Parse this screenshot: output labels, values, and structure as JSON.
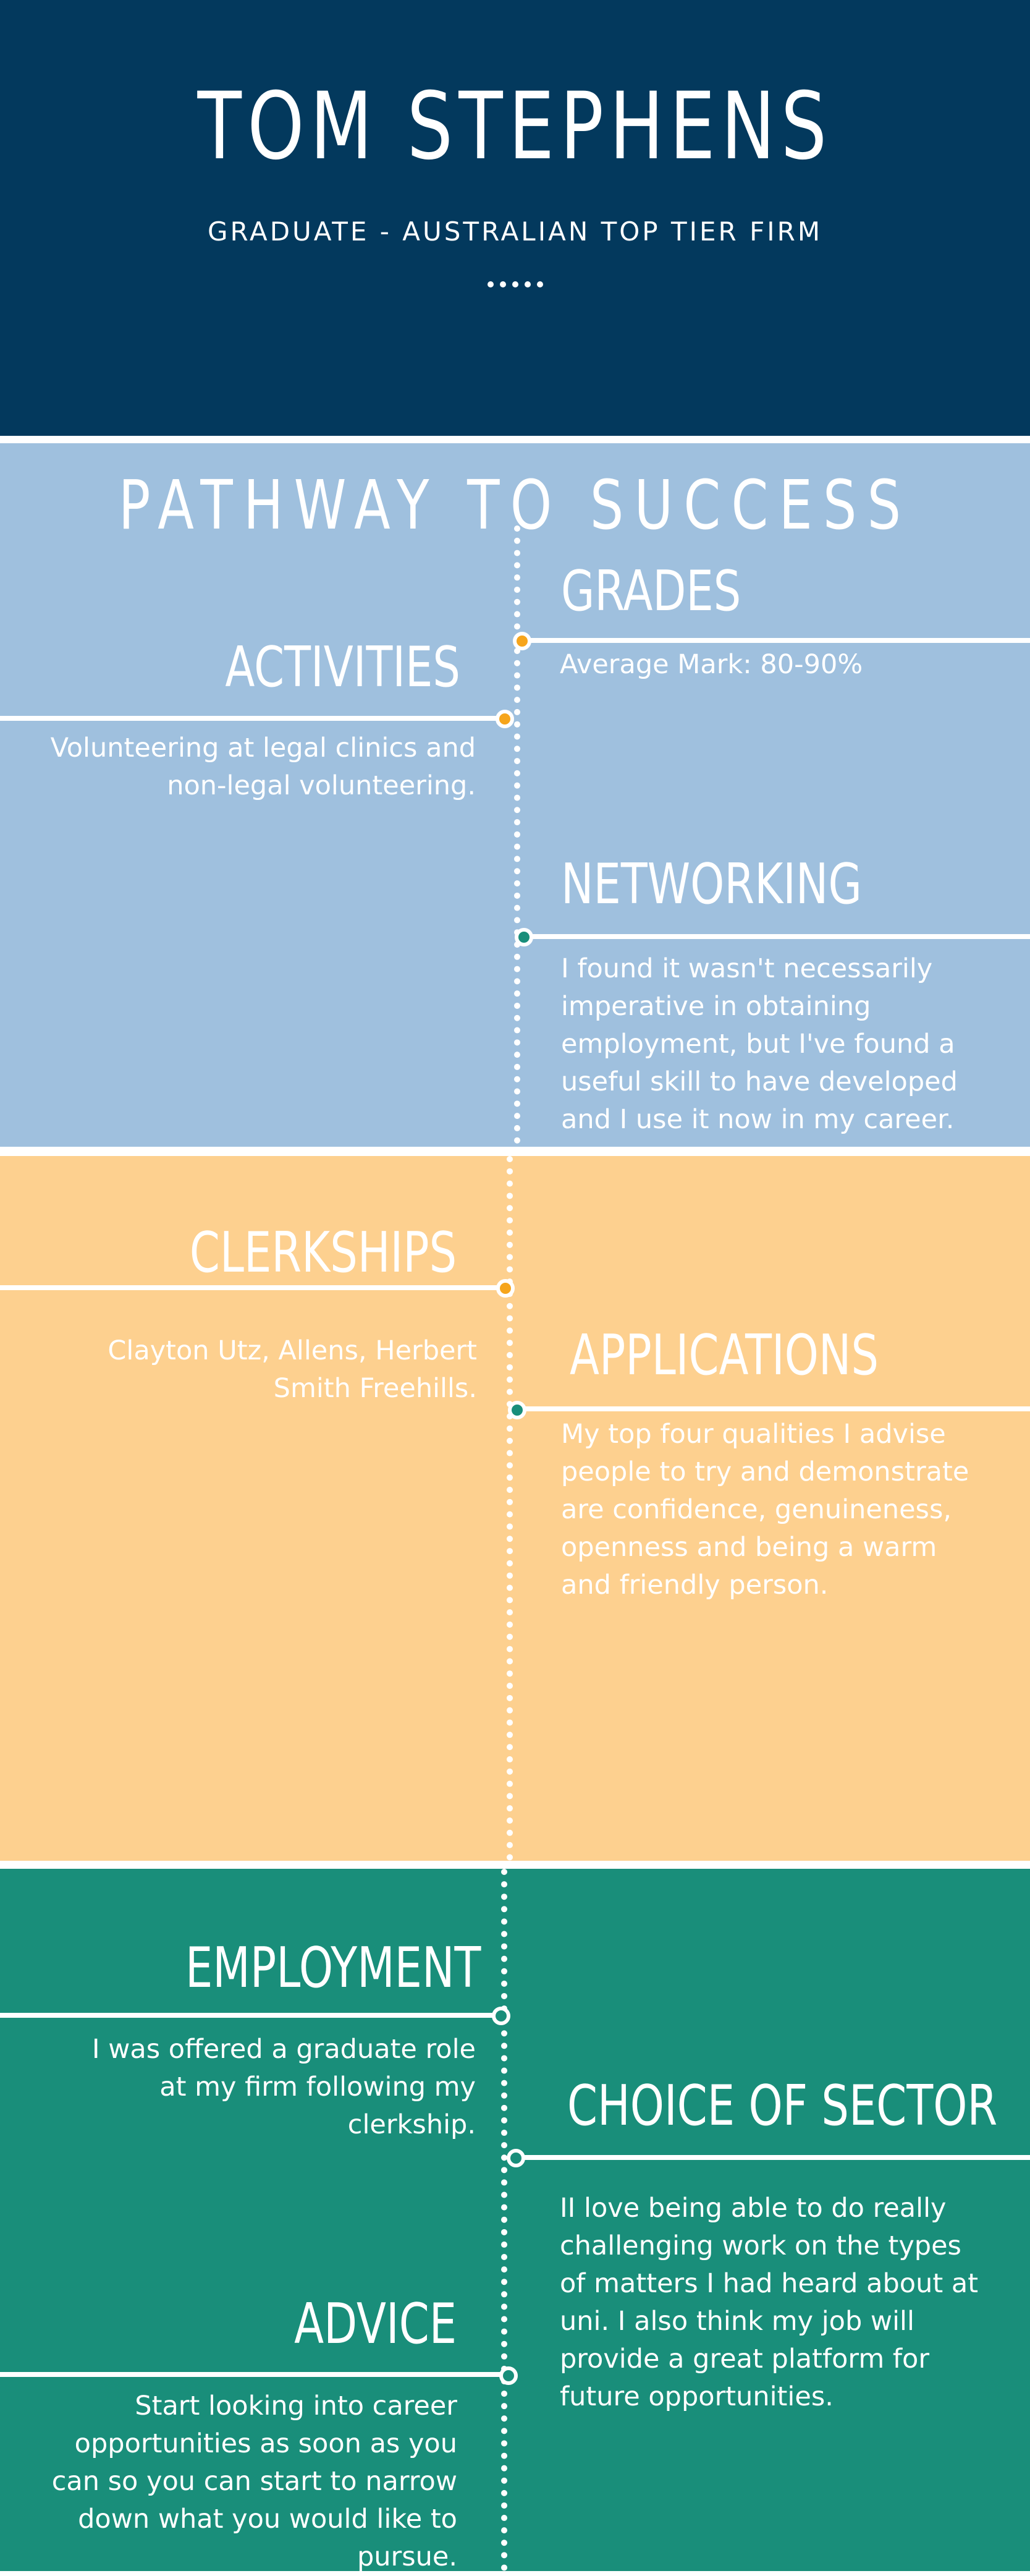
{
  "header": {
    "name": "TOM STEPHENS",
    "subtitle": "GRADUATE - AUSTRALIAN TOP TIER FIRM"
  },
  "pathway": {
    "title": "PATHWAY TO SUCCESS"
  },
  "sections": {
    "grades": {
      "heading": "GRADES",
      "text": "Average Mark: 80-90%"
    },
    "activities": {
      "heading": "ACTIVITIES",
      "text": "Volunteering at legal clinics and non-legal volunteering."
    },
    "networking": {
      "heading": "NETWORKING",
      "text": "I found it wasn't necessarily imperative in obtaining employment, but I've found a useful skill to have developed and I use it now in my career."
    },
    "clerkships": {
      "heading": "CLERKSHIPS",
      "text": "Clayton Utz, Allens, Herbert Smith Freehills."
    },
    "applications": {
      "heading": "APPLICATIONS",
      "text": "My top four qualities I advise people to try and demonstrate are confidence, genuineness, openness and being a warm and friendly person."
    },
    "employment": {
      "heading": "EMPLOYMENT",
      "text": "I was offered a graduate role at my firm following my clerkship."
    },
    "choice_of_sector": {
      "heading": "CHOICE OF SECTOR",
      "text": "II love being able to do really challenging work on the types of matters I had heard about at uni. I also think my job will provide a great platform for future opportunities."
    },
    "advice": {
      "heading": "ADVICE",
      "text": "Start looking into career opportunities as soon as you can so you can start to narrow down what you would like to pursue."
    }
  },
  "colors": {
    "header_bg": "#03395d",
    "blue_band": "#9fc0de",
    "orange_band": "#fdd08f",
    "green_band": "#198e7a",
    "node_orange": "#f6a51c",
    "node_teal": "#198e7a"
  }
}
